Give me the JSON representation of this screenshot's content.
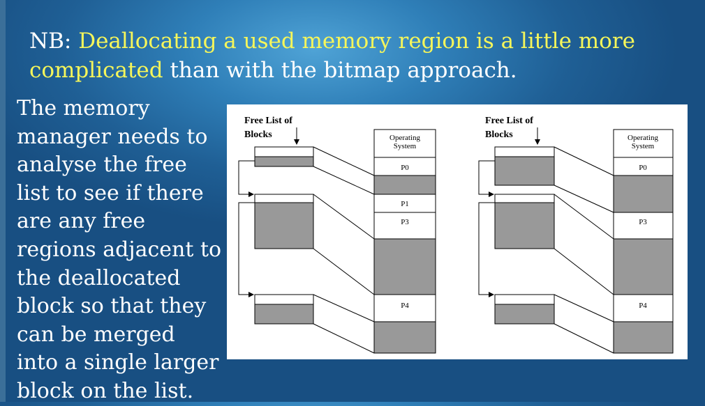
{
  "slide": {
    "nb_prefix": "NB: ",
    "nb_highlight_1": "Deallocating a used memory region is a little more",
    "nb_highlight_2": "complicated",
    "nb_suffix": " than with the bitmap approach.",
    "body_text": "The memory manager needs to analyse the free list to see if there are any free regions adjacent to the deallocated block so that they can be merged into a single larger block on the list."
  },
  "colors": {
    "highlight": "#f6f65a",
    "text": "#ffffff",
    "block_fill": "#999999"
  },
  "diagram": {
    "left": {
      "free_list_label_1": "Free List of",
      "free_list_label_2": "Blocks",
      "os_label_1": "Operating",
      "os_label_2": "System",
      "p0": "P0",
      "p1": "P1",
      "p3": "P3",
      "p4": "P4"
    },
    "right": {
      "free_list_label_1": "Free List of",
      "free_list_label_2": "Blocks",
      "os_label_1": "Operating",
      "os_label_2": "System",
      "p0": "P0",
      "p3": "P3",
      "p4": "P4"
    }
  }
}
